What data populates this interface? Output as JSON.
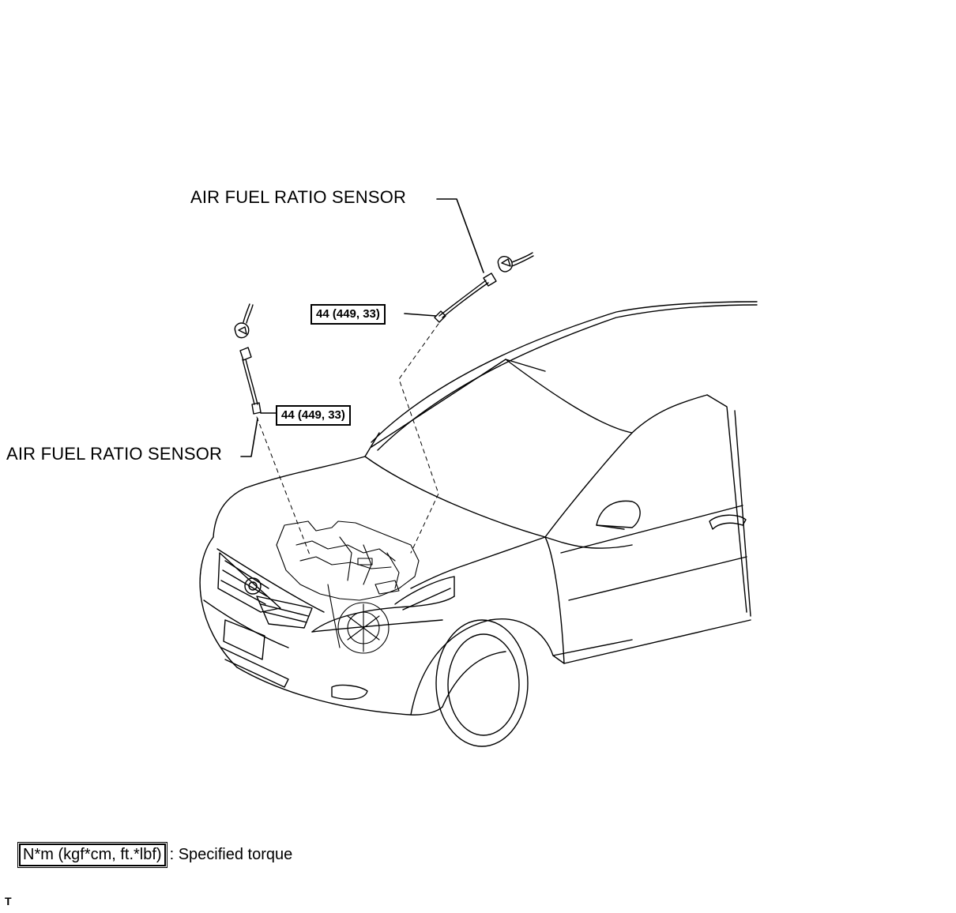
{
  "callouts": {
    "upper_sensor_label": "AIR FUEL RATIO SENSOR",
    "upper_sensor_torque": "44 (449, 33)",
    "lower_sensor_label": "AIR FUEL RATIO SENSOR",
    "lower_sensor_torque": "44 (449, 33)"
  },
  "legend": {
    "box_text": "N*m (kgf*cm, ft.*lbf)",
    "description": ": Specified torque"
  },
  "footer": {
    "mark": "T"
  },
  "icons": [
    "car-illustration",
    "oxygen-sensor-icon",
    "sensor-connector-icon"
  ],
  "colors": {
    "line": "#000000",
    "background": "#ffffff"
  }
}
